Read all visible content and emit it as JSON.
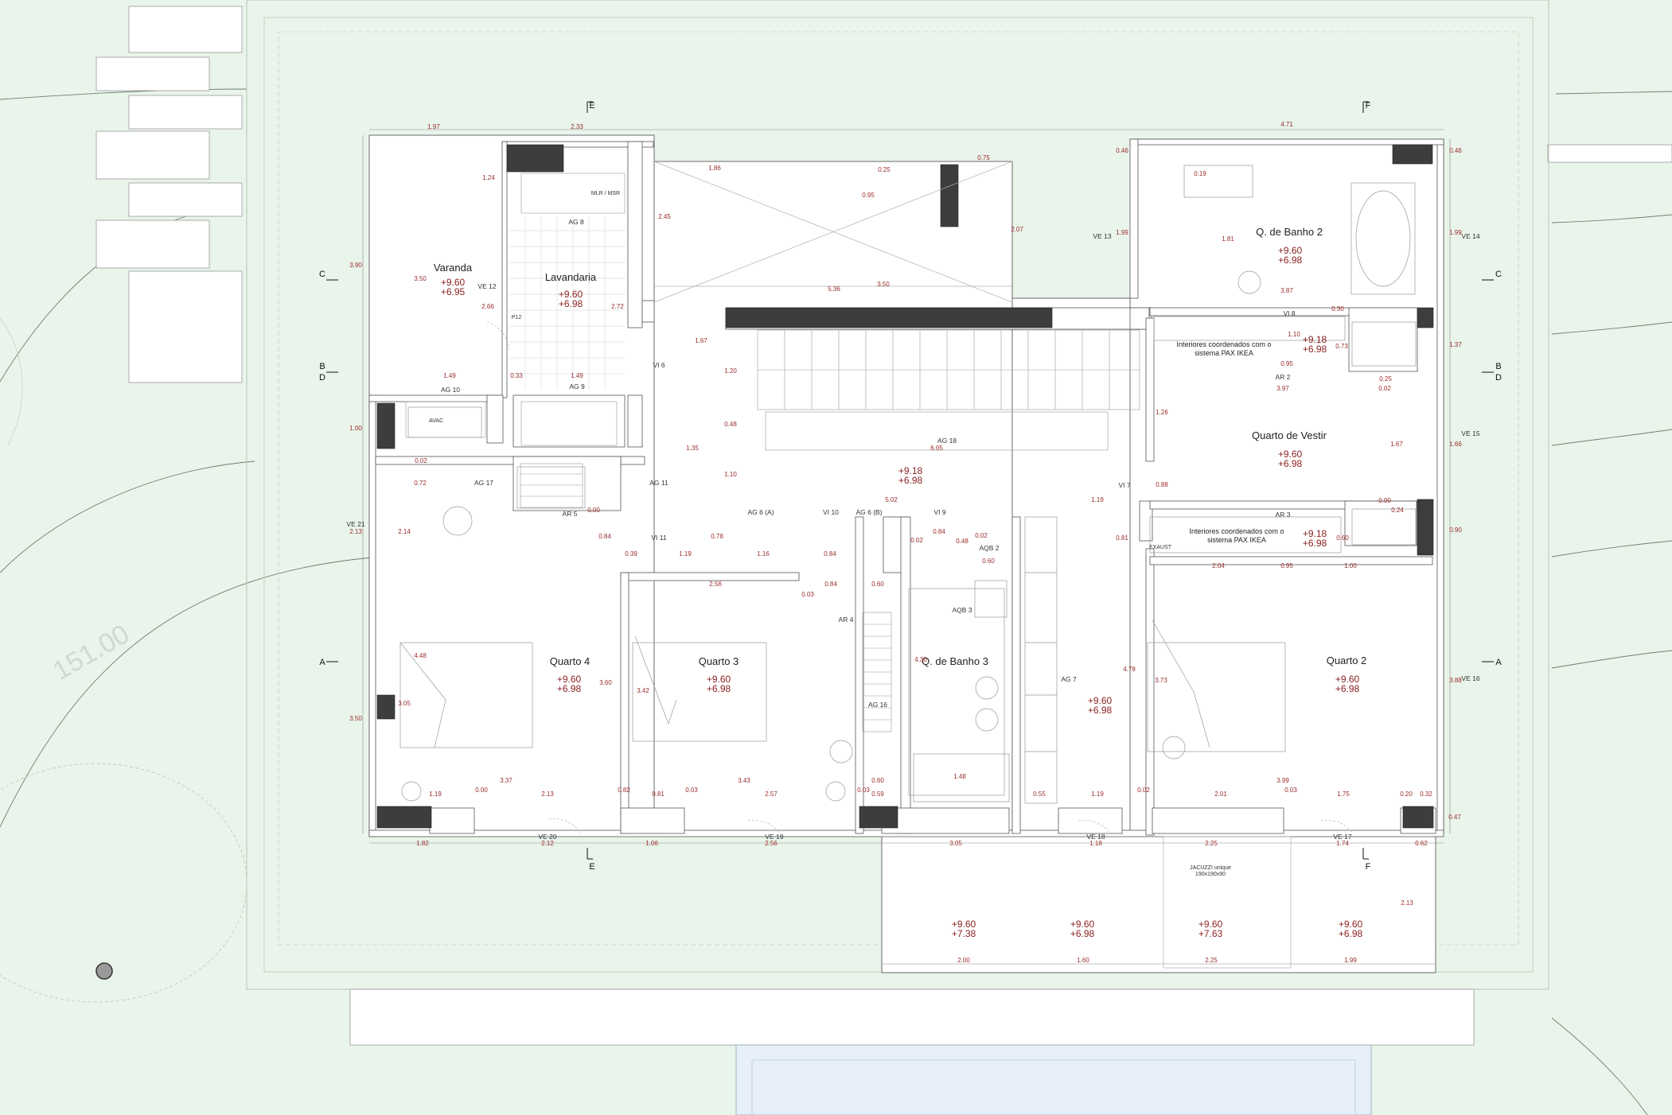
{
  "plan": {
    "sections": {
      "e_top": "E",
      "f_top": "F",
      "e_bottom": "E",
      "f_bottom": "F",
      "c_left": "C",
      "c_right": "C",
      "b_left": "B",
      "d_left": "D",
      "b_right": "B",
      "d_right": "D",
      "a_left": "A",
      "a_right": "A"
    },
    "terrain_label": "151.00",
    "rooms": {
      "varanda": {
        "name": "Varanda",
        "lv1": "+9.60",
        "lv2": "+6.95"
      },
      "lavandaria": {
        "name": "Lavandaria",
        "lv1": "+9.60",
        "lv2": "+6.98"
      },
      "banho2": {
        "name": "Q. de Banho 2",
        "lv1": "+9.60",
        "lv2": "+6.98"
      },
      "ikea1": {
        "name": "Interiores coordenados com o sistema PAX IKEA",
        "lv1": "+9.18",
        "lv2": "+6.98"
      },
      "vestir": {
        "name": "Quarto de Vestir",
        "lv1": "+9.60",
        "lv2": "+6.98"
      },
      "ikea2": {
        "name": "Interiores coordenados com o sistema PAX IKEA",
        "lv1": "+9.18",
        "lv2": "+6.98"
      },
      "hall": {
        "lv1": "+9.18",
        "lv2": "+6.98"
      },
      "quarto4": {
        "name": "Quarto 4",
        "lv1": "+9.60",
        "lv2": "+6.98"
      },
      "quarto3": {
        "name": "Quarto 3",
        "lv1": "+9.60",
        "lv2": "+6.98"
      },
      "banho3": {
        "name": "Q. de Banho 3"
      },
      "ag7": {
        "lv1": "+9.60",
        "lv2": "+6.98"
      },
      "quarto2": {
        "name": "Quarto 2",
        "lv1": "+9.60",
        "lv2": "+6.98"
      },
      "terraco1": {
        "lv1": "+9.60",
        "lv2": "+7.38"
      },
      "terraco2": {
        "lv1": "+9.60",
        "lv2": "+6.98"
      },
      "terraco3": {
        "lv1": "+9.60",
        "lv2": "+7.63"
      },
      "terraco4": {
        "lv1": "+9.60",
        "lv2": "+6.98"
      }
    },
    "tags": {
      "ve12": "VE 12",
      "ve13": "VE 13",
      "ve14": "VE 14",
      "ve15": "VE 15",
      "ve16": "VE 16",
      "ve17": "VE 17",
      "ve18": "VE 18",
      "ve19": "VE 19",
      "ve20": "VE 20",
      "ve21": "VE 21",
      "ag8": "AG 8",
      "ag9": "AG 9",
      "ag10": "AG 10",
      "ag11": "AG 11",
      "ag16": "AG 16",
      "ag17": "AG 17",
      "ag18": "AG 18",
      "ag7": "AG 7",
      "ag6a": "AG 6 (A)",
      "ag6b": "AG 6 (B)",
      "agb2": "AQB 2",
      "agb3": "AQB 3",
      "vi6": "VI 6",
      "vi7": "VI 7",
      "vi8": "VI 8",
      "vi9": "VI 9",
      "vi10": "VI 10",
      "vi11": "VI 11",
      "ar2": "AR 2",
      "ar3": "AR 3",
      "ar4": "AR 4",
      "ar5": "AR 5",
      "avac": "AVAC",
      "mlr": "MLR / MSR",
      "p12": "P12",
      "exaust": "EXAUST",
      "jacuzzi1": "JACUZZI unique",
      "jacuzzi2": "190x190x90"
    },
    "dims": {
      "t1": "1.97",
      "t2": "2.33",
      "t3": "4.71",
      "t4": "1.86",
      "t5": "0.25",
      "t6": "0.75",
      "t7": "0.95",
      "t8": "2.45",
      "t9": "2.07",
      "t10": "5.36",
      "t11": "3.50",
      "d1": "1.24",
      "d2": "3.50",
      "d3": "2.66",
      "d4": "2.72",
      "d5": "1.49",
      "d6": "0.33",
      "d7": "1.49",
      "d8": "3.90",
      "d9": "1.00",
      "d10": "0.02",
      "d11": "0.72",
      "d12": "2.14",
      "d13": "2.13",
      "d14": "4.48",
      "d15": "3.05",
      "d16": "3.50",
      "d17": "3.37",
      "d18": "1.19",
      "d19": "0.00",
      "d20": "2.13",
      "d21": "0.82",
      "d22": "0.81",
      "d23": "0.03",
      "d24": "3.43",
      "d25": "2.57",
      "d26": "0.03",
      "d27": "0.59",
      "d28": "3.42",
      "d29": "3.60",
      "d30": "2.56",
      "d31": "0.03",
      "d32": "0.84",
      "d33": "0.60",
      "d34": "1.67",
      "d35": "1.20",
      "d36": "0.48",
      "d37": "1.35",
      "d38": "1.10",
      "d39": "6.05",
      "d40": "5.02",
      "d41": "1.19",
      "d42": "0.00",
      "d43": "0.84",
      "d44": "0.39",
      "d45": "1.19",
      "d46": "0.78",
      "d47": "1.16",
      "d48": "0.84",
      "d49": "0.02",
      "d50": "0.84",
      "d51": "0.48",
      "d52": "0.02",
      "d53": "0.60",
      "d54": "4.30",
      "d55": "1.48",
      "d56": "0.60",
      "d57": "0.55",
      "d58": "1.19",
      "d59": "0.81",
      "d60": "4.78",
      "d61": "0.02",
      "d62": "1.26",
      "d63": "0.88",
      "d64": "0.46",
      "d65": "0.19",
      "d66": "1.81",
      "d67": "1.99",
      "d68": "3.87",
      "d69": "0.30",
      "d70": "1.10",
      "d71": "0.73",
      "d72": "0.95",
      "d73": "3.97",
      "d74": "0.25",
      "d75": "0.02",
      "d76": "1.37",
      "d77": "1.67",
      "d78": "1.66",
      "d79": "0.00",
      "d80": "0.24",
      "d81": "0.90",
      "d82": "0.60",
      "d83": "2.04",
      "d84": "0.95",
      "d85": "1.00",
      "d86": "3.73",
      "d87": "3.88",
      "d88": "2.01",
      "d89": "3.99",
      "d90": "0.03",
      "d91": "1.75",
      "d92": "0.20",
      "d93": "0.32",
      "d94": "0.47",
      "d95": "0.46",
      "d96": "1.99",
      "b1": "1.82",
      "b2": "2.12",
      "b3": "1.06",
      "b4": "2.56",
      "b5": "3.05",
      "b6": "1.18",
      "b7": "2.25",
      "b8": "1.74",
      "b9": "0.62",
      "b10": "2.00",
      "b11": "1.60",
      "b12": "2.25",
      "b13": "1.99",
      "b14": "2.13"
    }
  }
}
